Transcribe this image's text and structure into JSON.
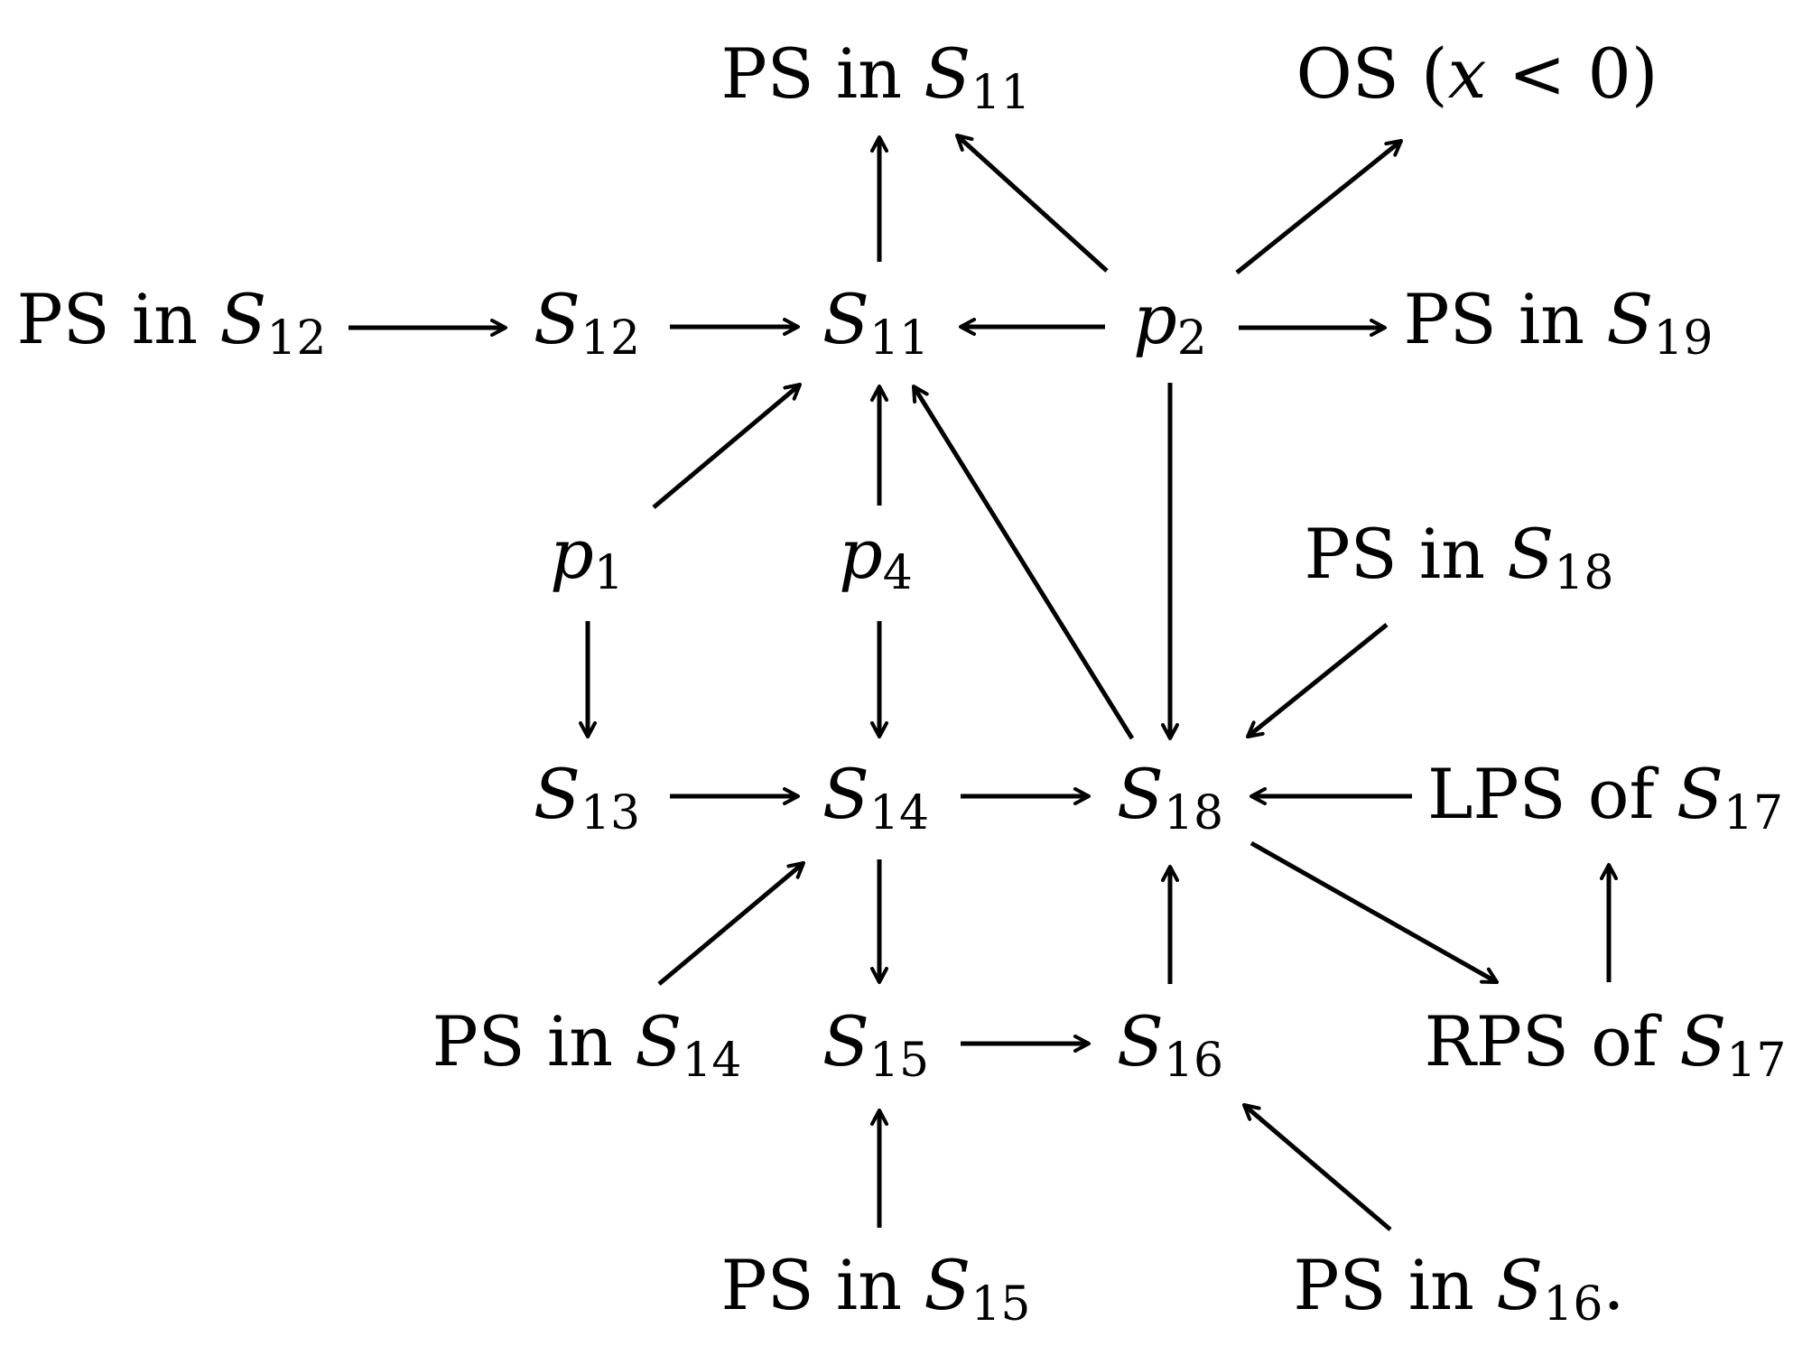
{
  "nodes": {
    "ps_s11": {
      "parts": [
        {
          "t": "PS in "
        },
        {
          "t": "S",
          "i": true
        },
        {
          "t": "11",
          "sub": true
        }
      ]
    },
    "os": {
      "parts": [
        {
          "t": "OS ("
        },
        {
          "t": "x",
          "i": true
        },
        {
          "t": " < 0)"
        }
      ]
    },
    "ps_s12": {
      "parts": [
        {
          "t": "PS in "
        },
        {
          "t": "S",
          "i": true
        },
        {
          "t": "12",
          "sub": true
        }
      ]
    },
    "s12": {
      "parts": [
        {
          "t": "S",
          "i": true
        },
        {
          "t": "12",
          "sub": true
        }
      ]
    },
    "s11": {
      "parts": [
        {
          "t": "S",
          "i": true
        },
        {
          "t": "11",
          "sub": true
        }
      ]
    },
    "p2": {
      "parts": [
        {
          "t": "p",
          "i": true
        },
        {
          "t": "2",
          "sub": true
        }
      ]
    },
    "ps_s19": {
      "parts": [
        {
          "t": "PS in "
        },
        {
          "t": "S",
          "i": true
        },
        {
          "t": "19",
          "sub": true
        }
      ]
    },
    "p1": {
      "parts": [
        {
          "t": "p",
          "i": true
        },
        {
          "t": "1",
          "sub": true
        }
      ]
    },
    "p4": {
      "parts": [
        {
          "t": "p",
          "i": true
        },
        {
          "t": "4",
          "sub": true
        }
      ]
    },
    "ps_s18": {
      "parts": [
        {
          "t": "PS in "
        },
        {
          "t": "S",
          "i": true
        },
        {
          "t": "18",
          "sub": true
        }
      ]
    },
    "s13": {
      "parts": [
        {
          "t": "S",
          "i": true
        },
        {
          "t": "13",
          "sub": true
        }
      ]
    },
    "s14": {
      "parts": [
        {
          "t": "S",
          "i": true
        },
        {
          "t": "14",
          "sub": true
        }
      ]
    },
    "s18": {
      "parts": [
        {
          "t": "S",
          "i": true
        },
        {
          "t": "18",
          "sub": true
        }
      ]
    },
    "lps_s17": {
      "parts": [
        {
          "t": "LPS of "
        },
        {
          "t": "S",
          "i": true
        },
        {
          "t": "17",
          "sub": true
        }
      ]
    },
    "ps_s14": {
      "parts": [
        {
          "t": "PS in "
        },
        {
          "t": "S",
          "i": true
        },
        {
          "t": "14",
          "sub": true
        }
      ]
    },
    "s15": {
      "parts": [
        {
          "t": "S",
          "i": true
        },
        {
          "t": "15",
          "sub": true
        }
      ]
    },
    "s16": {
      "parts": [
        {
          "t": "S",
          "i": true
        },
        {
          "t": "16",
          "sub": true
        }
      ]
    },
    "rps_s17": {
      "parts": [
        {
          "t": "RPS of "
        },
        {
          "t": "S",
          "i": true
        },
        {
          "t": "17",
          "sub": true
        }
      ]
    },
    "ps_s15": {
      "parts": [
        {
          "t": "PS in "
        },
        {
          "t": "S",
          "i": true
        },
        {
          "t": "15",
          "sub": true
        }
      ]
    },
    "ps_s16": {
      "parts": [
        {
          "t": "PS in "
        },
        {
          "t": "S",
          "i": true
        },
        {
          "t": "16",
          "sub": true
        },
        {
          "t": "."
        }
      ]
    }
  },
  "edges": [
    {
      "from": "s11",
      "to": "ps_s11"
    },
    {
      "from": "p2",
      "to": "ps_s11"
    },
    {
      "from": "p2",
      "to": "os"
    },
    {
      "from": "ps_s12",
      "to": "s12"
    },
    {
      "from": "s12",
      "to": "s11"
    },
    {
      "from": "p2",
      "to": "s11"
    },
    {
      "from": "p2",
      "to": "ps_s19"
    },
    {
      "from": "p1",
      "to": "s11"
    },
    {
      "from": "p4",
      "to": "s11"
    },
    {
      "from": "s18",
      "to": "s11"
    },
    {
      "from": "p2",
      "to": "s18"
    },
    {
      "from": "p1",
      "to": "s13"
    },
    {
      "from": "p4",
      "to": "s14"
    },
    {
      "from": "ps_s18",
      "to": "s18"
    },
    {
      "from": "s13",
      "to": "s14"
    },
    {
      "from": "s14",
      "to": "s18"
    },
    {
      "from": "lps_s17",
      "to": "s18"
    },
    {
      "from": "ps_s14",
      "to": "s14"
    },
    {
      "from": "s14",
      "to": "s15"
    },
    {
      "from": "s16",
      "to": "s18"
    },
    {
      "from": "s18",
      "to": "rps_s17"
    },
    {
      "from": "rps_s17",
      "to": "lps_s17"
    },
    {
      "from": "s15",
      "to": "s16"
    },
    {
      "from": "ps_s15",
      "to": "s15"
    },
    {
      "from": "ps_s16",
      "to": "s16"
    }
  ]
}
